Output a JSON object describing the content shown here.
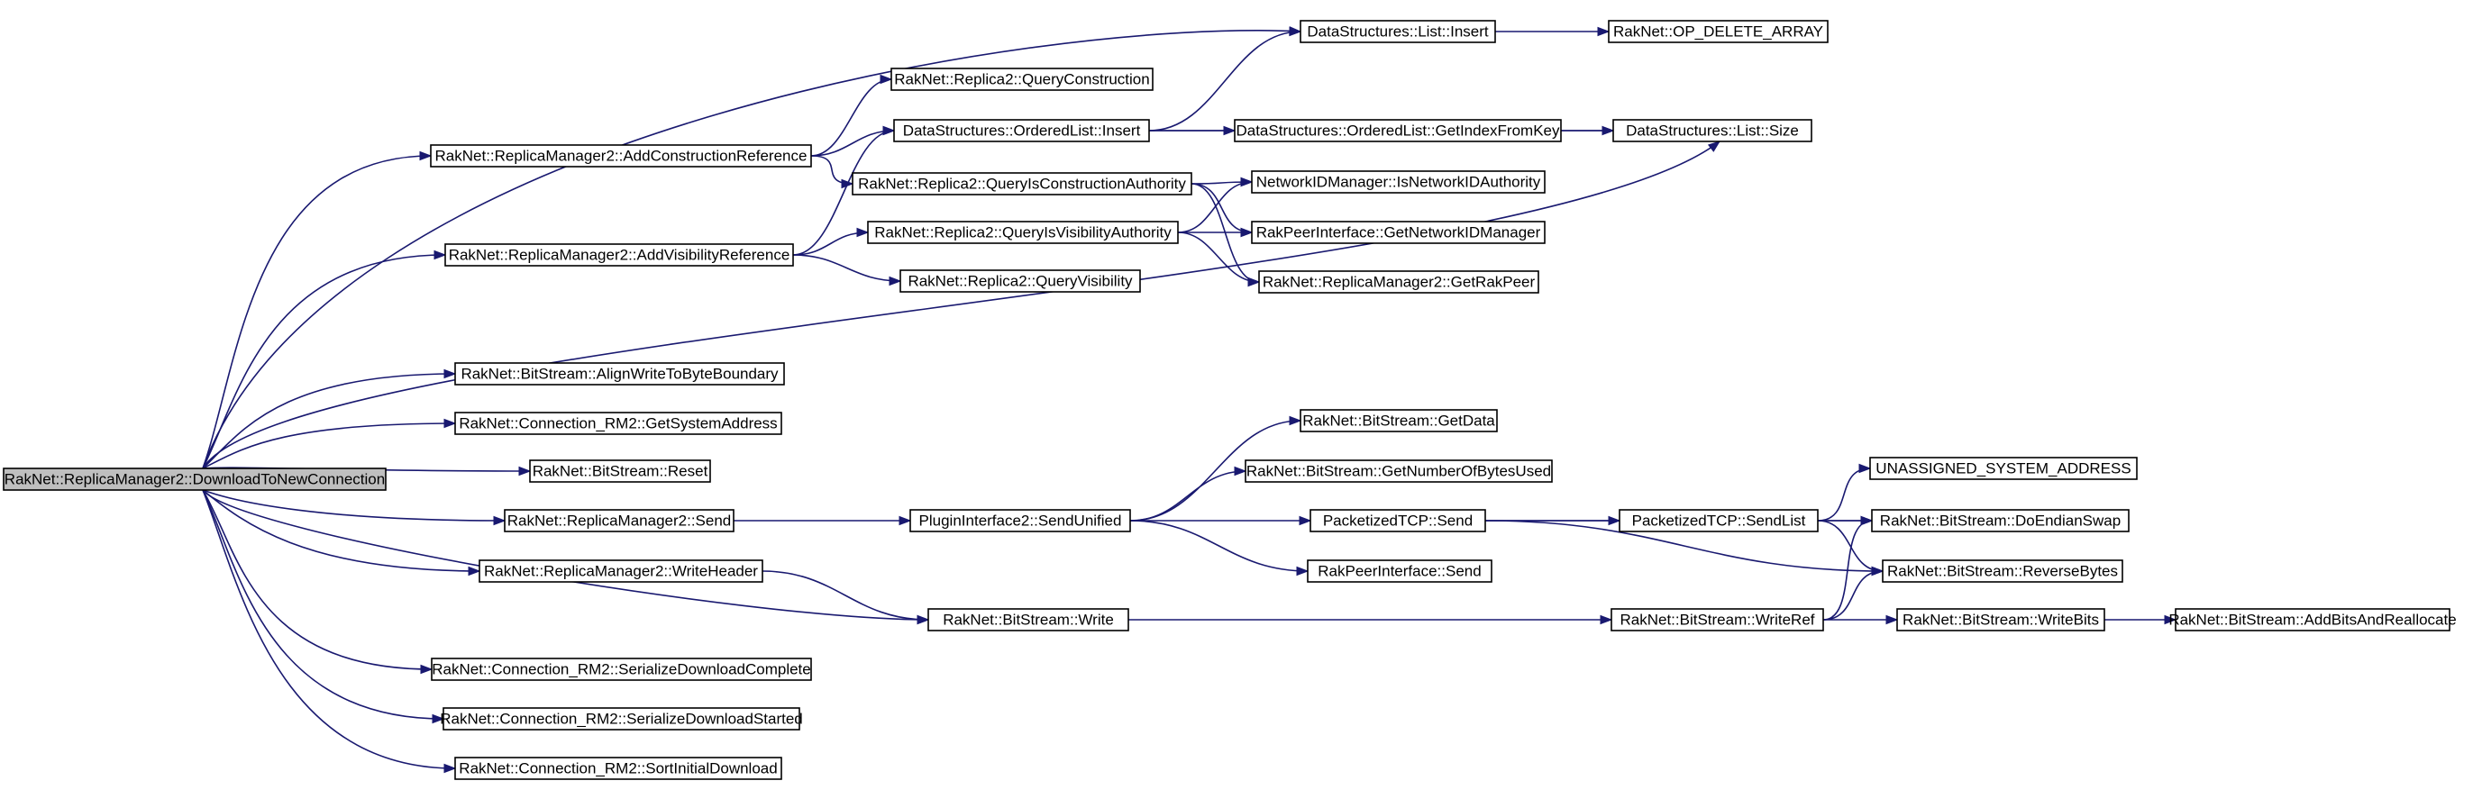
{
  "graph": {
    "colors": {
      "edge": "#191970",
      "node_border": "#000000",
      "root_fill": "#bfbfbf",
      "node_fill": "#ffffff"
    },
    "nodes": [
      {
        "id": "root",
        "label": "RakNet::ReplicaManager2::DownloadToNewConnection",
        "root": true
      },
      {
        "id": "n1",
        "label": "DataStructures::List::Insert"
      },
      {
        "id": "n2",
        "label": "RakNet::OP_DELETE_ARRAY"
      },
      {
        "id": "n3",
        "label": "RakNet::Replica2::QueryConstruction"
      },
      {
        "id": "n4",
        "label": "RakNet::ReplicaManager2::AddConstructionReference"
      },
      {
        "id": "n5",
        "label": "DataStructures::OrderedList::Insert"
      },
      {
        "id": "n6",
        "label": "DataStructures::OrderedList::GetIndexFromKey"
      },
      {
        "id": "n7",
        "label": "DataStructures::List::Size"
      },
      {
        "id": "n8",
        "label": "RakNet::Replica2::QueryIsConstructionAuthority"
      },
      {
        "id": "n9",
        "label": "NetworkIDManager::IsNetworkIDAuthority"
      },
      {
        "id": "n10",
        "label": "RakNet::ReplicaManager2::AddVisibilityReference"
      },
      {
        "id": "n11",
        "label": "RakNet::Replica2::QueryIsVisibilityAuthority"
      },
      {
        "id": "n12",
        "label": "RakPeerInterface::GetNetworkIDManager"
      },
      {
        "id": "n13",
        "label": "RakNet::Replica2::QueryVisibility"
      },
      {
        "id": "n14",
        "label": "RakNet::ReplicaManager2::GetRakPeer"
      },
      {
        "id": "n15",
        "label": "RakNet::BitStream::AlignWriteToByteBoundary"
      },
      {
        "id": "n16",
        "label": "RakNet::Connection_RM2::GetSystemAddress"
      },
      {
        "id": "n17",
        "label": "RakNet::BitStream::GetData"
      },
      {
        "id": "n18",
        "label": "RakNet::BitStream::Reset"
      },
      {
        "id": "n19",
        "label": "RakNet::BitStream::GetNumberOfBytesUsed"
      },
      {
        "id": "n20",
        "label": "UNASSIGNED_SYSTEM_ADDRESS"
      },
      {
        "id": "n21",
        "label": "RakNet::ReplicaManager2::Send"
      },
      {
        "id": "n22",
        "label": "PluginInterface2::SendUnified"
      },
      {
        "id": "n23",
        "label": "PacketizedTCP::Send"
      },
      {
        "id": "n24",
        "label": "PacketizedTCP::SendList"
      },
      {
        "id": "n25",
        "label": "RakNet::BitStream::DoEndianSwap"
      },
      {
        "id": "n26",
        "label": "RakNet::ReplicaManager2::WriteHeader"
      },
      {
        "id": "n27",
        "label": "RakPeerInterface::Send"
      },
      {
        "id": "n28",
        "label": "RakNet::BitStream::ReverseBytes"
      },
      {
        "id": "n29",
        "label": "RakNet::BitStream::Write"
      },
      {
        "id": "n30",
        "label": "RakNet::BitStream::WriteRef"
      },
      {
        "id": "n31",
        "label": "RakNet::BitStream::WriteBits"
      },
      {
        "id": "n32",
        "label": "RakNet::BitStream::AddBitsAndReallocate"
      },
      {
        "id": "n33",
        "label": "RakNet::Connection_RM2::SerializeDownloadComplete"
      },
      {
        "id": "n34",
        "label": "RakNet::Connection_RM2::SerializeDownloadStarted"
      },
      {
        "id": "n35",
        "label": "RakNet::Connection_RM2::SortInitialDownload"
      }
    ],
    "edges": [
      [
        "root",
        "n1"
      ],
      [
        "root",
        "n4"
      ],
      [
        "root",
        "n10"
      ],
      [
        "root",
        "n7"
      ],
      [
        "root",
        "n15"
      ],
      [
        "root",
        "n16"
      ],
      [
        "root",
        "n18"
      ],
      [
        "root",
        "n21"
      ],
      [
        "root",
        "n26"
      ],
      [
        "root",
        "n29"
      ],
      [
        "root",
        "n33"
      ],
      [
        "root",
        "n34"
      ],
      [
        "root",
        "n35"
      ],
      [
        "n1",
        "n2"
      ],
      [
        "n4",
        "n3"
      ],
      [
        "n4",
        "n5"
      ],
      [
        "n4",
        "n8"
      ],
      [
        "n5",
        "n1"
      ],
      [
        "n5",
        "n6"
      ],
      [
        "n5",
        "n7"
      ],
      [
        "n6",
        "n7"
      ],
      [
        "n8",
        "n9"
      ],
      [
        "n8",
        "n12"
      ],
      [
        "n8",
        "n14"
      ],
      [
        "n10",
        "n5"
      ],
      [
        "n10",
        "n11"
      ],
      [
        "n10",
        "n13"
      ],
      [
        "n11",
        "n9"
      ],
      [
        "n11",
        "n12"
      ],
      [
        "n11",
        "n14"
      ],
      [
        "n21",
        "n22"
      ],
      [
        "n22",
        "n17"
      ],
      [
        "n22",
        "n19"
      ],
      [
        "n22",
        "n23"
      ],
      [
        "n22",
        "n27"
      ],
      [
        "n23",
        "n24"
      ],
      [
        "n23",
        "n25"
      ],
      [
        "n23",
        "n28"
      ],
      [
        "n24",
        "n20"
      ],
      [
        "n24",
        "n25"
      ],
      [
        "n24",
        "n28"
      ],
      [
        "n26",
        "n29"
      ],
      [
        "n29",
        "n30"
      ],
      [
        "n30",
        "n25"
      ],
      [
        "n30",
        "n28"
      ],
      [
        "n30",
        "n31"
      ],
      [
        "n31",
        "n32"
      ]
    ]
  }
}
